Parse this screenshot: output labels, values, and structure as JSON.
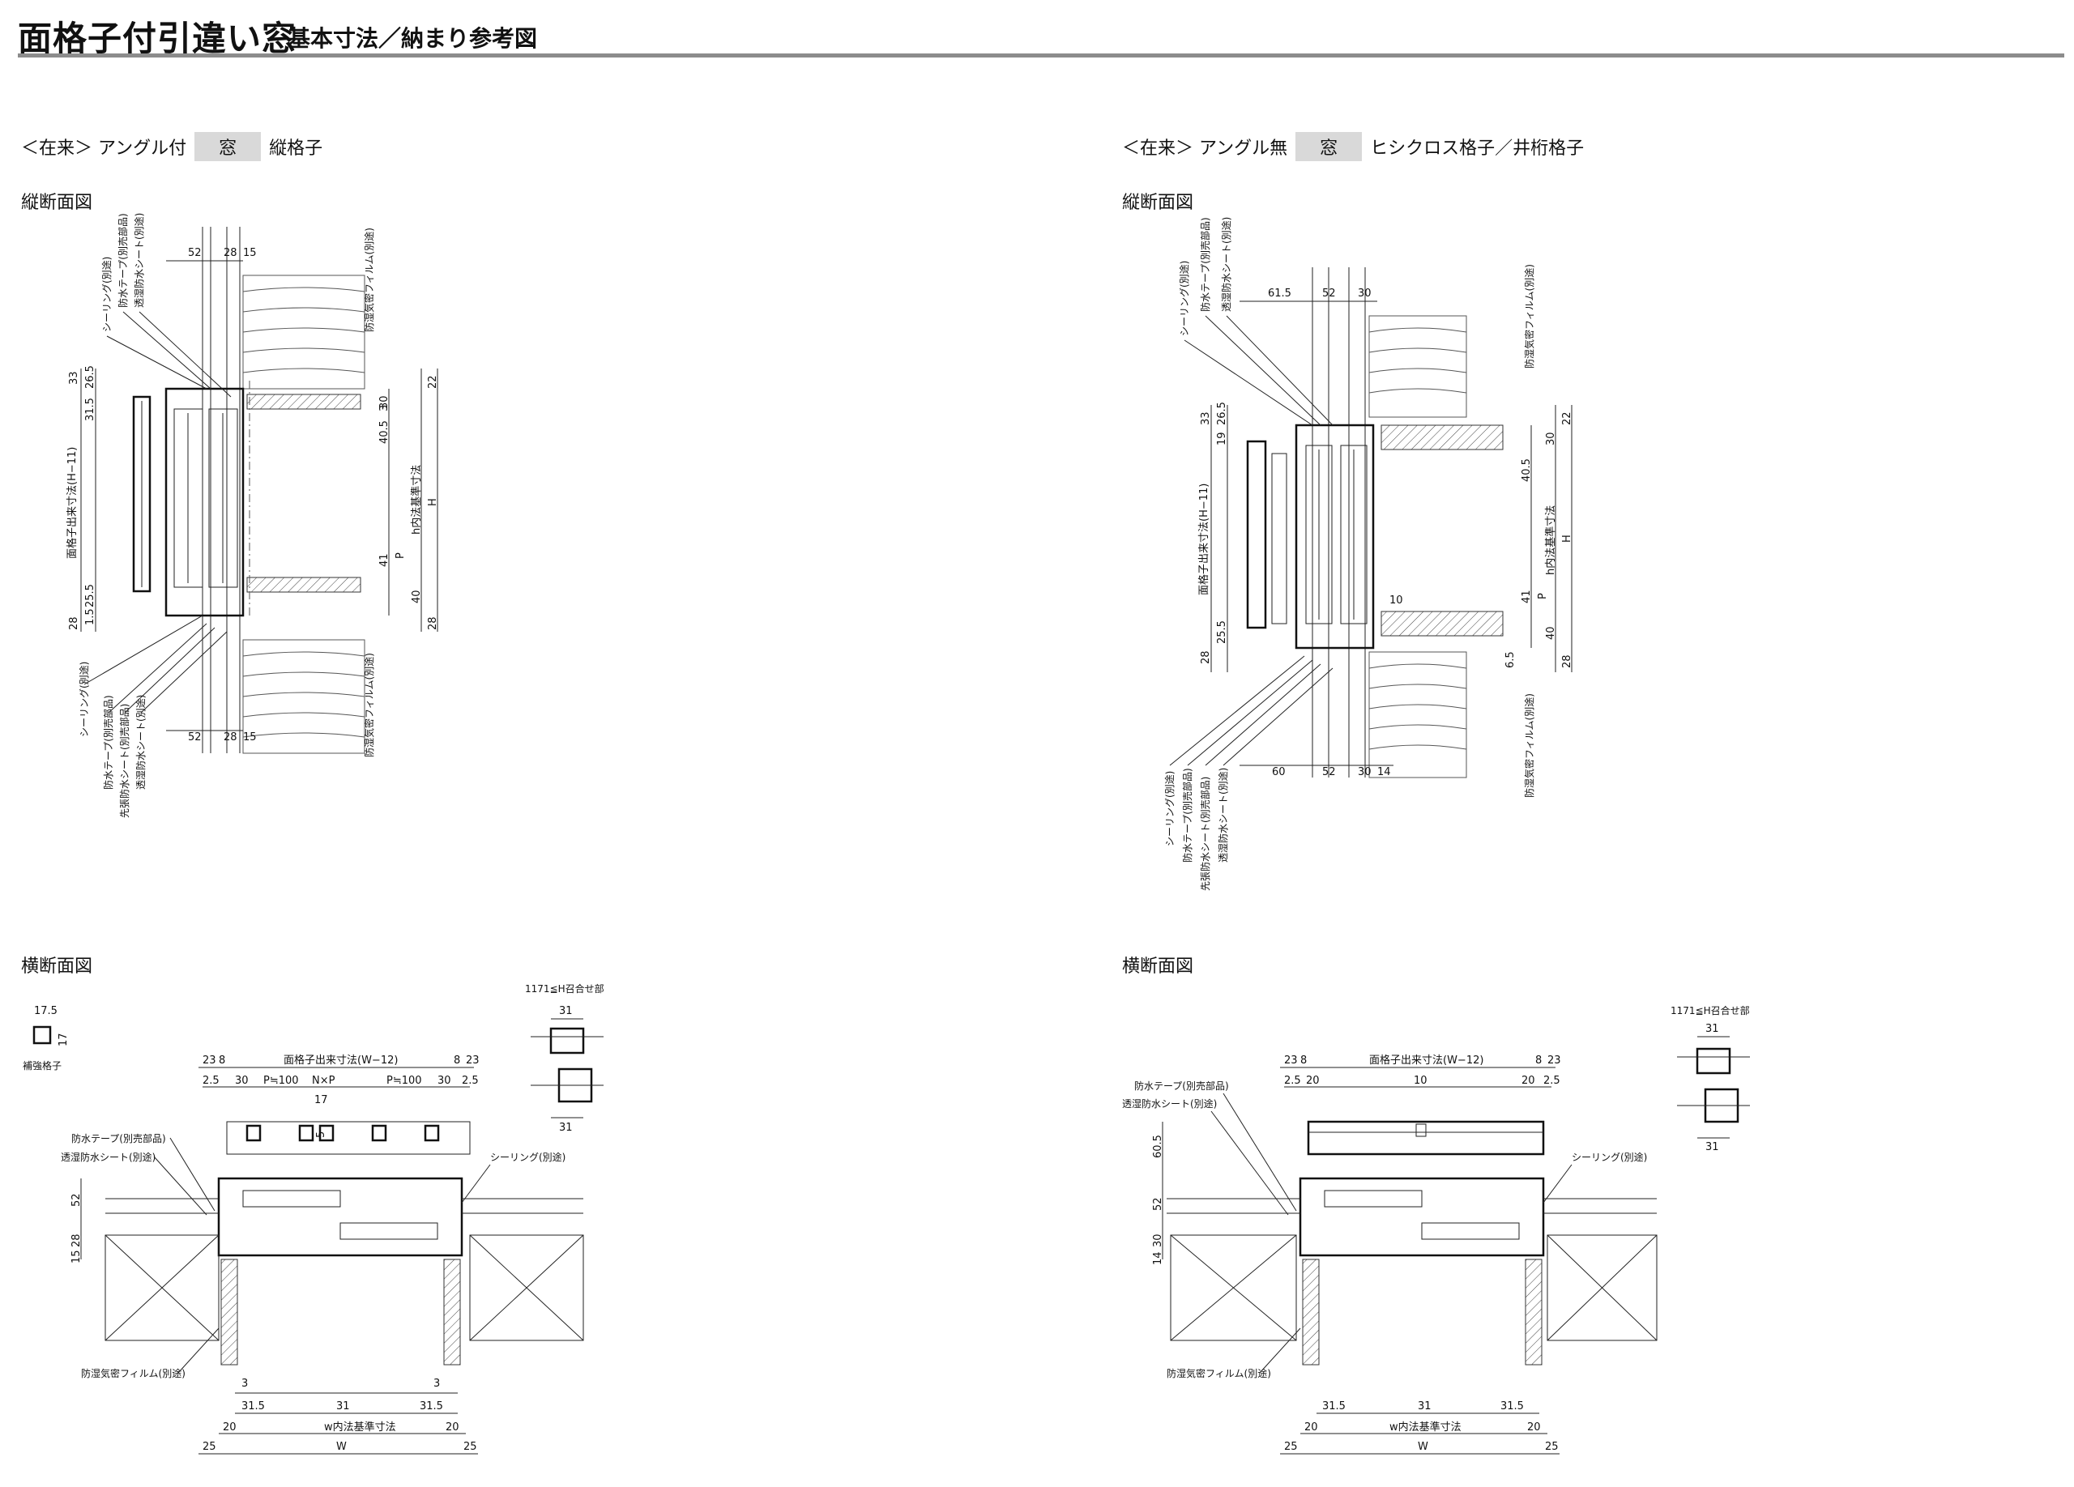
{
  "header": {
    "title": "面格子付引違い窓",
    "subtitle": "基本寸法／納まり参考図"
  },
  "left": {
    "type_prefix": "＜在来＞ アングル付",
    "type_tag": "窓",
    "type_suffix": "縦格子",
    "vertical": {
      "label": "縦断面図",
      "top_dims": [
        "52",
        "28",
        "15"
      ],
      "bottom_dims": [
        "52",
        "28",
        "15"
      ],
      "left_dims": [
        "33",
        "26.5",
        "31.5",
        "25.5",
        "1.5",
        "28"
      ],
      "left_vertical_text": "面格子出来寸法(H−11)",
      "right_dims": [
        "22",
        "30",
        "3",
        "40.5",
        "41",
        "40",
        "28"
      ],
      "right_labels": [
        "h内法基準寸法",
        "H",
        "P"
      ],
      "notes_top": [
        "シーリング(別途)",
        "防水テープ(別売部品)",
        "透湿防水シート(別途)"
      ],
      "note_film": "防湿気密フィルム(別途)",
      "notes_bottom": [
        "シーリング(別途)",
        "防水テープ(別売部品)",
        "先張防水シート(別売部品)",
        "透湿防水シート(別途)"
      ]
    },
    "horizontal": {
      "label": "横断面図",
      "inset_dims": [
        "17.5",
        "17"
      ],
      "inset_label": "補強格子",
      "top_dims": [
        "23",
        "8",
        "8",
        "23",
        "2.5",
        "30",
        "P≒100",
        "N×P",
        "P≒100",
        "30",
        "2.5",
        "17",
        "5"
      ],
      "top_span": "面格子出来寸法(W−12)",
      "left_dims": [
        "52",
        "28",
        "15"
      ],
      "notes_left": [
        "防水テープ(別売部品)",
        "透湿防水シート(別途)"
      ],
      "note_right": "シーリング(別途)",
      "note_film": "防湿気密フィルム(別途)",
      "bottom_dims": [
        "3",
        "3",
        "31.5",
        "31",
        "31.5",
        "20",
        "20",
        "25",
        "25"
      ],
      "w_span": "w内法基準寸法",
      "W": "W",
      "detail_title": "1171≦H召合せ部",
      "detail_dims": [
        "31",
        "31"
      ]
    }
  },
  "right": {
    "type_prefix": "＜在来＞ アングル無",
    "type_tag": "窓",
    "type_suffix": "ヒシクロス格子／井桁格子",
    "vertical": {
      "label": "縦断面図",
      "top_dims": [
        "61.5",
        "52",
        "30"
      ],
      "bottom_dims": [
        "60",
        "52",
        "30",
        "14"
      ],
      "left_dims": [
        "33",
        "26.5",
        "19",
        "25.5",
        "28"
      ],
      "left_vertical_text": "面格子出来寸法(H−11)",
      "right_dims": [
        "22",
        "30",
        "40.5",
        "41",
        "40",
        "28",
        "10",
        "6.5"
      ],
      "right_labels": [
        "h内法基準寸法",
        "H",
        "P"
      ],
      "notes_top": [
        "シーリング(別途)",
        "防水テープ(別売部品)",
        "透湿防水シート(別途)"
      ],
      "note_film": "防湿気密フィルム(別途)",
      "notes_bottom": [
        "シーリング(別途)",
        "防水テープ(別売部品)",
        "先張防水シート(別売部品)",
        "透湿防水シート(別途)"
      ]
    },
    "horizontal": {
      "label": "横断面図",
      "top_dims": [
        "23",
        "8",
        "8",
        "23",
        "2.5",
        "20",
        "10",
        "20",
        "2.5"
      ],
      "top_span": "面格子出来寸法(W−12)",
      "left_dims": [
        "60.5",
        "52",
        "30",
        "14"
      ],
      "notes_left": [
        "防水テープ(別売部品)",
        "透湿防水シート(別途)"
      ],
      "note_right": "シーリング(別途)",
      "note_film": "防湿気密フィルム(別途)",
      "bottom_dims": [
        "31.5",
        "31",
        "31.5",
        "20",
        "20",
        "25",
        "25"
      ],
      "w_span": "w内法基準寸法",
      "W": "W",
      "detail_title": "1171≦H召合せ部",
      "detail_dims": [
        "31",
        "31"
      ]
    }
  }
}
